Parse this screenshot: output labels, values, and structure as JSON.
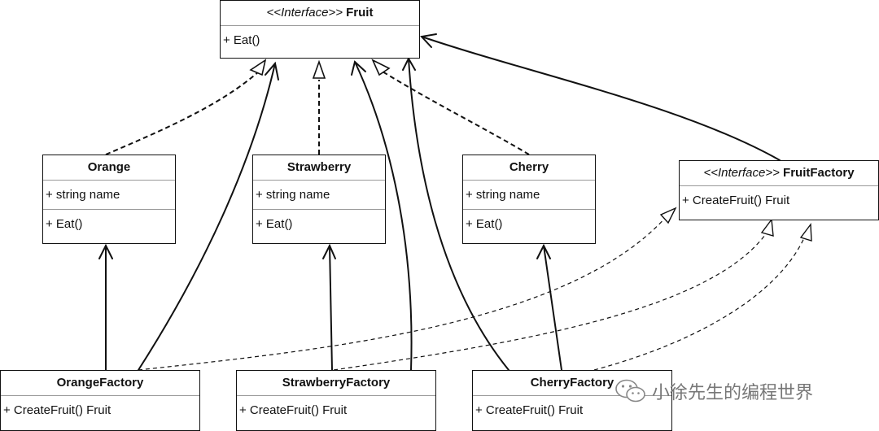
{
  "boxes": {
    "fruit": {
      "stereotype": "<<Interface>>",
      "name": "Fruit",
      "methods": [
        "+ Eat()"
      ]
    },
    "orange": {
      "name": "Orange",
      "attributes": [
        "+ string name"
      ],
      "methods": [
        "+ Eat()"
      ]
    },
    "strawberry": {
      "name": "Strawberry",
      "attributes": [
        "+ string name"
      ],
      "methods": [
        "+ Eat()"
      ]
    },
    "cherry": {
      "name": "Cherry",
      "attributes": [
        "+ string name"
      ],
      "methods": [
        "+ Eat()"
      ]
    },
    "fruit_factory": {
      "stereotype": "<<Interface>>",
      "name": "FruitFactory",
      "methods": [
        "+ CreateFruit() Fruit"
      ]
    },
    "orange_factory": {
      "name": "OrangeFactory",
      "methods": [
        "+ CreateFruit() Fruit"
      ]
    },
    "strawberry_factory": {
      "name": "StrawberryFactory",
      "methods": [
        "+ CreateFruit() Fruit"
      ]
    },
    "cherry_factory": {
      "name": "CherryFactory",
      "methods": [
        "+ CreateFruit() Fruit"
      ]
    }
  },
  "relations": [
    {
      "from": "Orange",
      "to": "Fruit",
      "kind": "realization"
    },
    {
      "from": "Strawberry",
      "to": "Fruit",
      "kind": "realization"
    },
    {
      "from": "Cherry",
      "to": "Fruit",
      "kind": "realization"
    },
    {
      "from": "OrangeFactory",
      "to": "FruitFactory",
      "kind": "realization"
    },
    {
      "from": "StrawberryFactory",
      "to": "FruitFactory",
      "kind": "realization"
    },
    {
      "from": "CherryFactory",
      "to": "FruitFactory",
      "kind": "realization"
    },
    {
      "from": "OrangeFactory",
      "to": "Orange",
      "kind": "dependency"
    },
    {
      "from": "StrawberryFactory",
      "to": "Strawberry",
      "kind": "dependency"
    },
    {
      "from": "CherryFactory",
      "to": "Cherry",
      "kind": "dependency"
    },
    {
      "from": "OrangeFactory",
      "to": "Fruit",
      "kind": "dependency"
    },
    {
      "from": "StrawberryFactory",
      "to": "Fruit",
      "kind": "dependency"
    },
    {
      "from": "CherryFactory",
      "to": "Fruit",
      "kind": "dependency"
    },
    {
      "from": "FruitFactory",
      "to": "Fruit",
      "kind": "dependency"
    }
  ],
  "watermark": {
    "text": "小徐先生的编程世界",
    "icon": "wechat-icon"
  }
}
